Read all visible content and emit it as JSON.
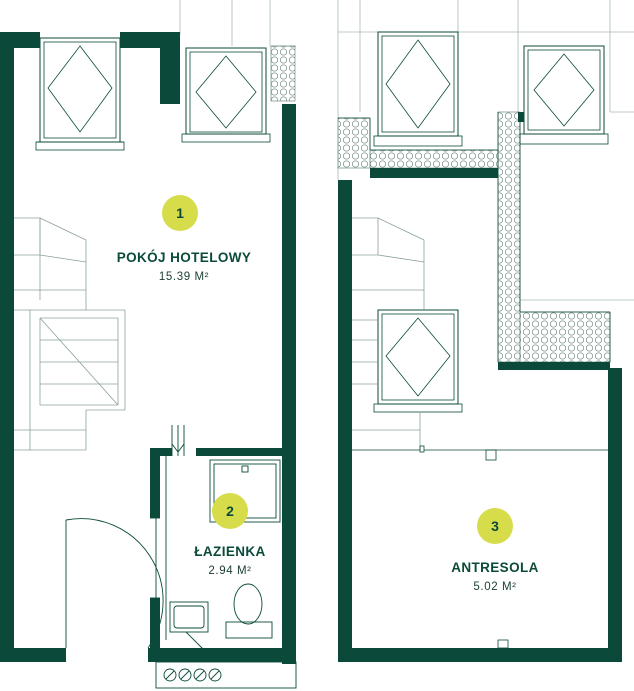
{
  "colors": {
    "wall": "#0b4a3a",
    "thin_line": "#9fb3ad",
    "badge": "#d6dc4a",
    "text": "#0b4a3a",
    "background": "#ffffff"
  },
  "rooms": [
    {
      "number": "1",
      "name": "POKÓJ HOTELOWY",
      "area": "15.39 M²"
    },
    {
      "number": "2",
      "name": "ŁAZIENKA",
      "area": "2.94 M²"
    },
    {
      "number": "3",
      "name": "ANTRESOLA",
      "area": "5.02 M²"
    }
  ]
}
